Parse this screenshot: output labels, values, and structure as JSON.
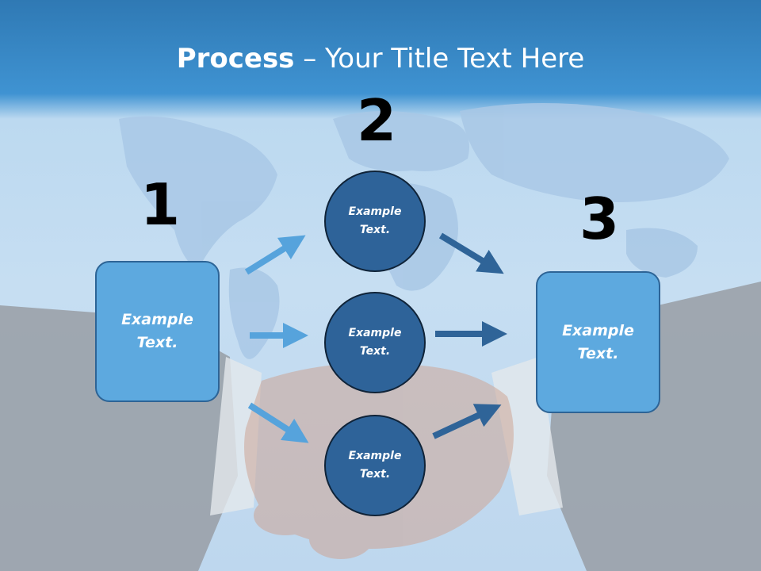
{
  "title": {
    "bold": "Process",
    "rest": " – Your Title Text Here"
  },
  "steps": [
    {
      "number": "1",
      "line1": "Example",
      "line2": "Text."
    },
    {
      "number": "2",
      "line1": "Example",
      "line2": "Text."
    },
    {
      "number": "3",
      "line1": "Example",
      "line2": "Text."
    }
  ],
  "circles": [
    {
      "line1": "Example",
      "line2": "Text."
    },
    {
      "line1": "Example",
      "line2": "Text."
    },
    {
      "line1": "Example",
      "line2": "Text."
    }
  ],
  "colors": {
    "title_bar": "#3f93d2",
    "box_fill": "#5da9df",
    "circle_fill": "#2e6399",
    "arrow_light": "#56a3dc",
    "arrow_dark": "#2f6498"
  }
}
